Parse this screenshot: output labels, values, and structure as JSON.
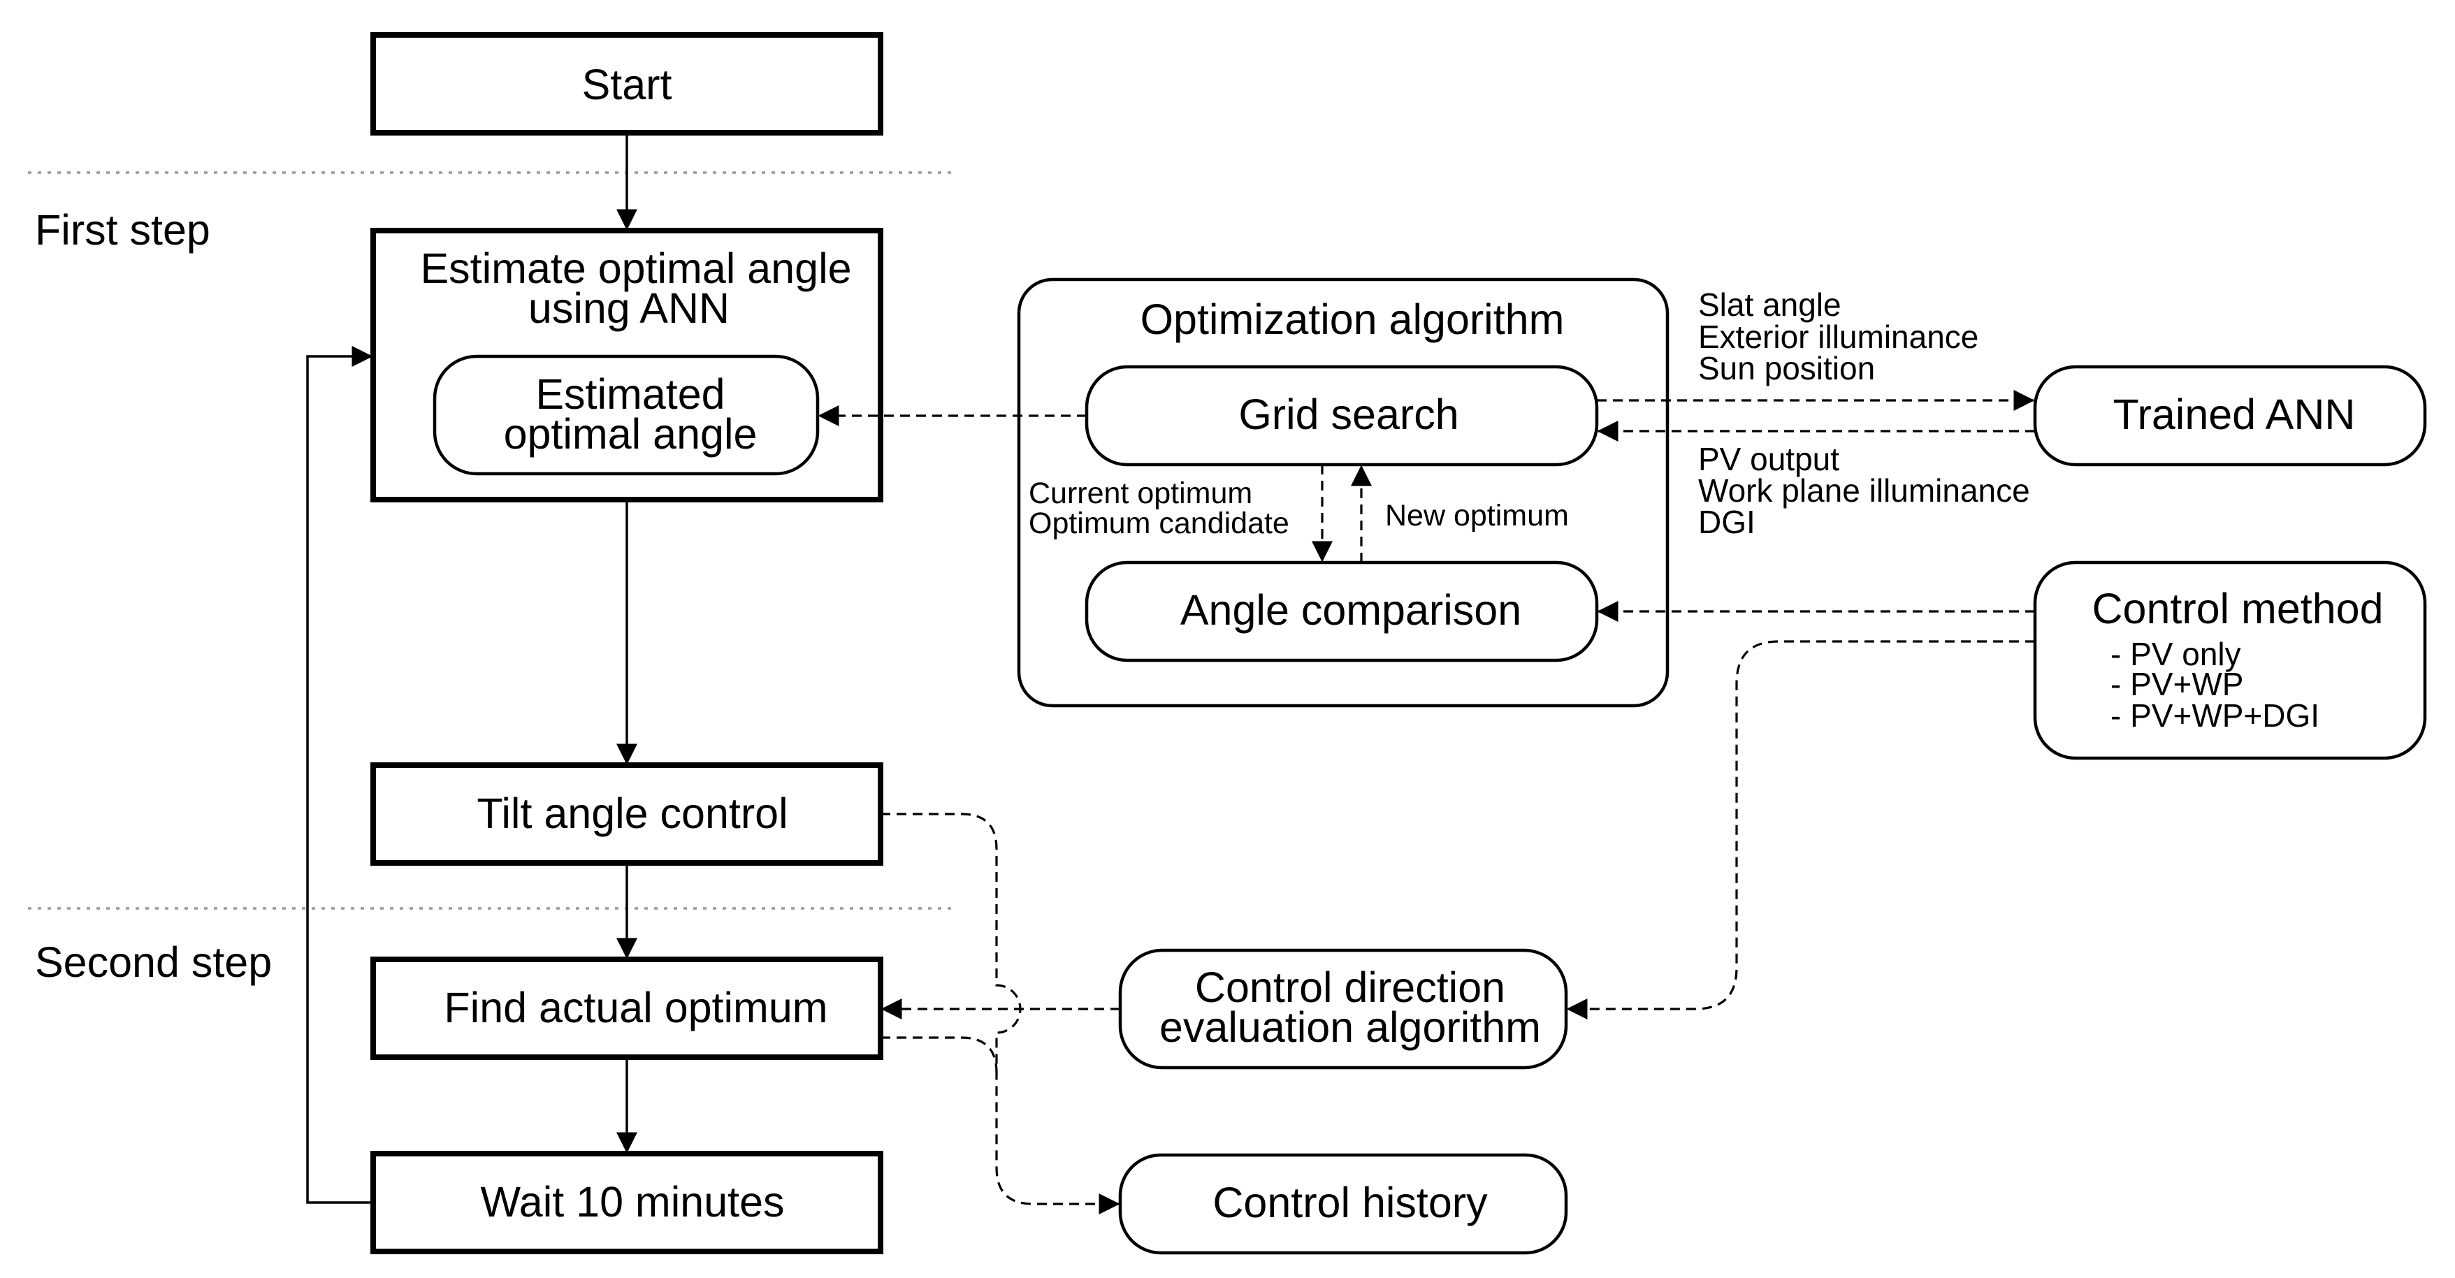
{
  "steps": {
    "first": "First step",
    "second": "Second step"
  },
  "nodes": {
    "start": "Start",
    "estimate": {
      "line1": "Estimate optimal angle",
      "line2": "using ANN"
    },
    "estimated_angle": {
      "line1": "Estimated",
      "line2": "optimal angle"
    },
    "tilt": "Tilt angle control",
    "find_optimum": "Find actual optimum",
    "wait": "Wait 10 minutes",
    "optimization": "Optimization algorithm",
    "grid_search": "Grid search",
    "angle_comparison": "Angle comparison",
    "trained_ann": "Trained ANN",
    "control_method": {
      "title": "Control method",
      "options": [
        "- PV only",
        "- PV+WP",
        "- PV+WP+DGI"
      ]
    },
    "control_direction": {
      "line1": "Control direction",
      "line2": "evaluation algorithm"
    },
    "control_history": "Control history"
  },
  "labels": {
    "ann_inputs": [
      "Slat angle",
      "Exterior illuminance",
      "Sun position"
    ],
    "ann_outputs": [
      "PV output",
      "Work plane illuminance",
      "DGI"
    ],
    "current_optimum": "Current optimum",
    "optimum_candidate": "Optimum candidate",
    "new_optimum": "New optimum"
  }
}
